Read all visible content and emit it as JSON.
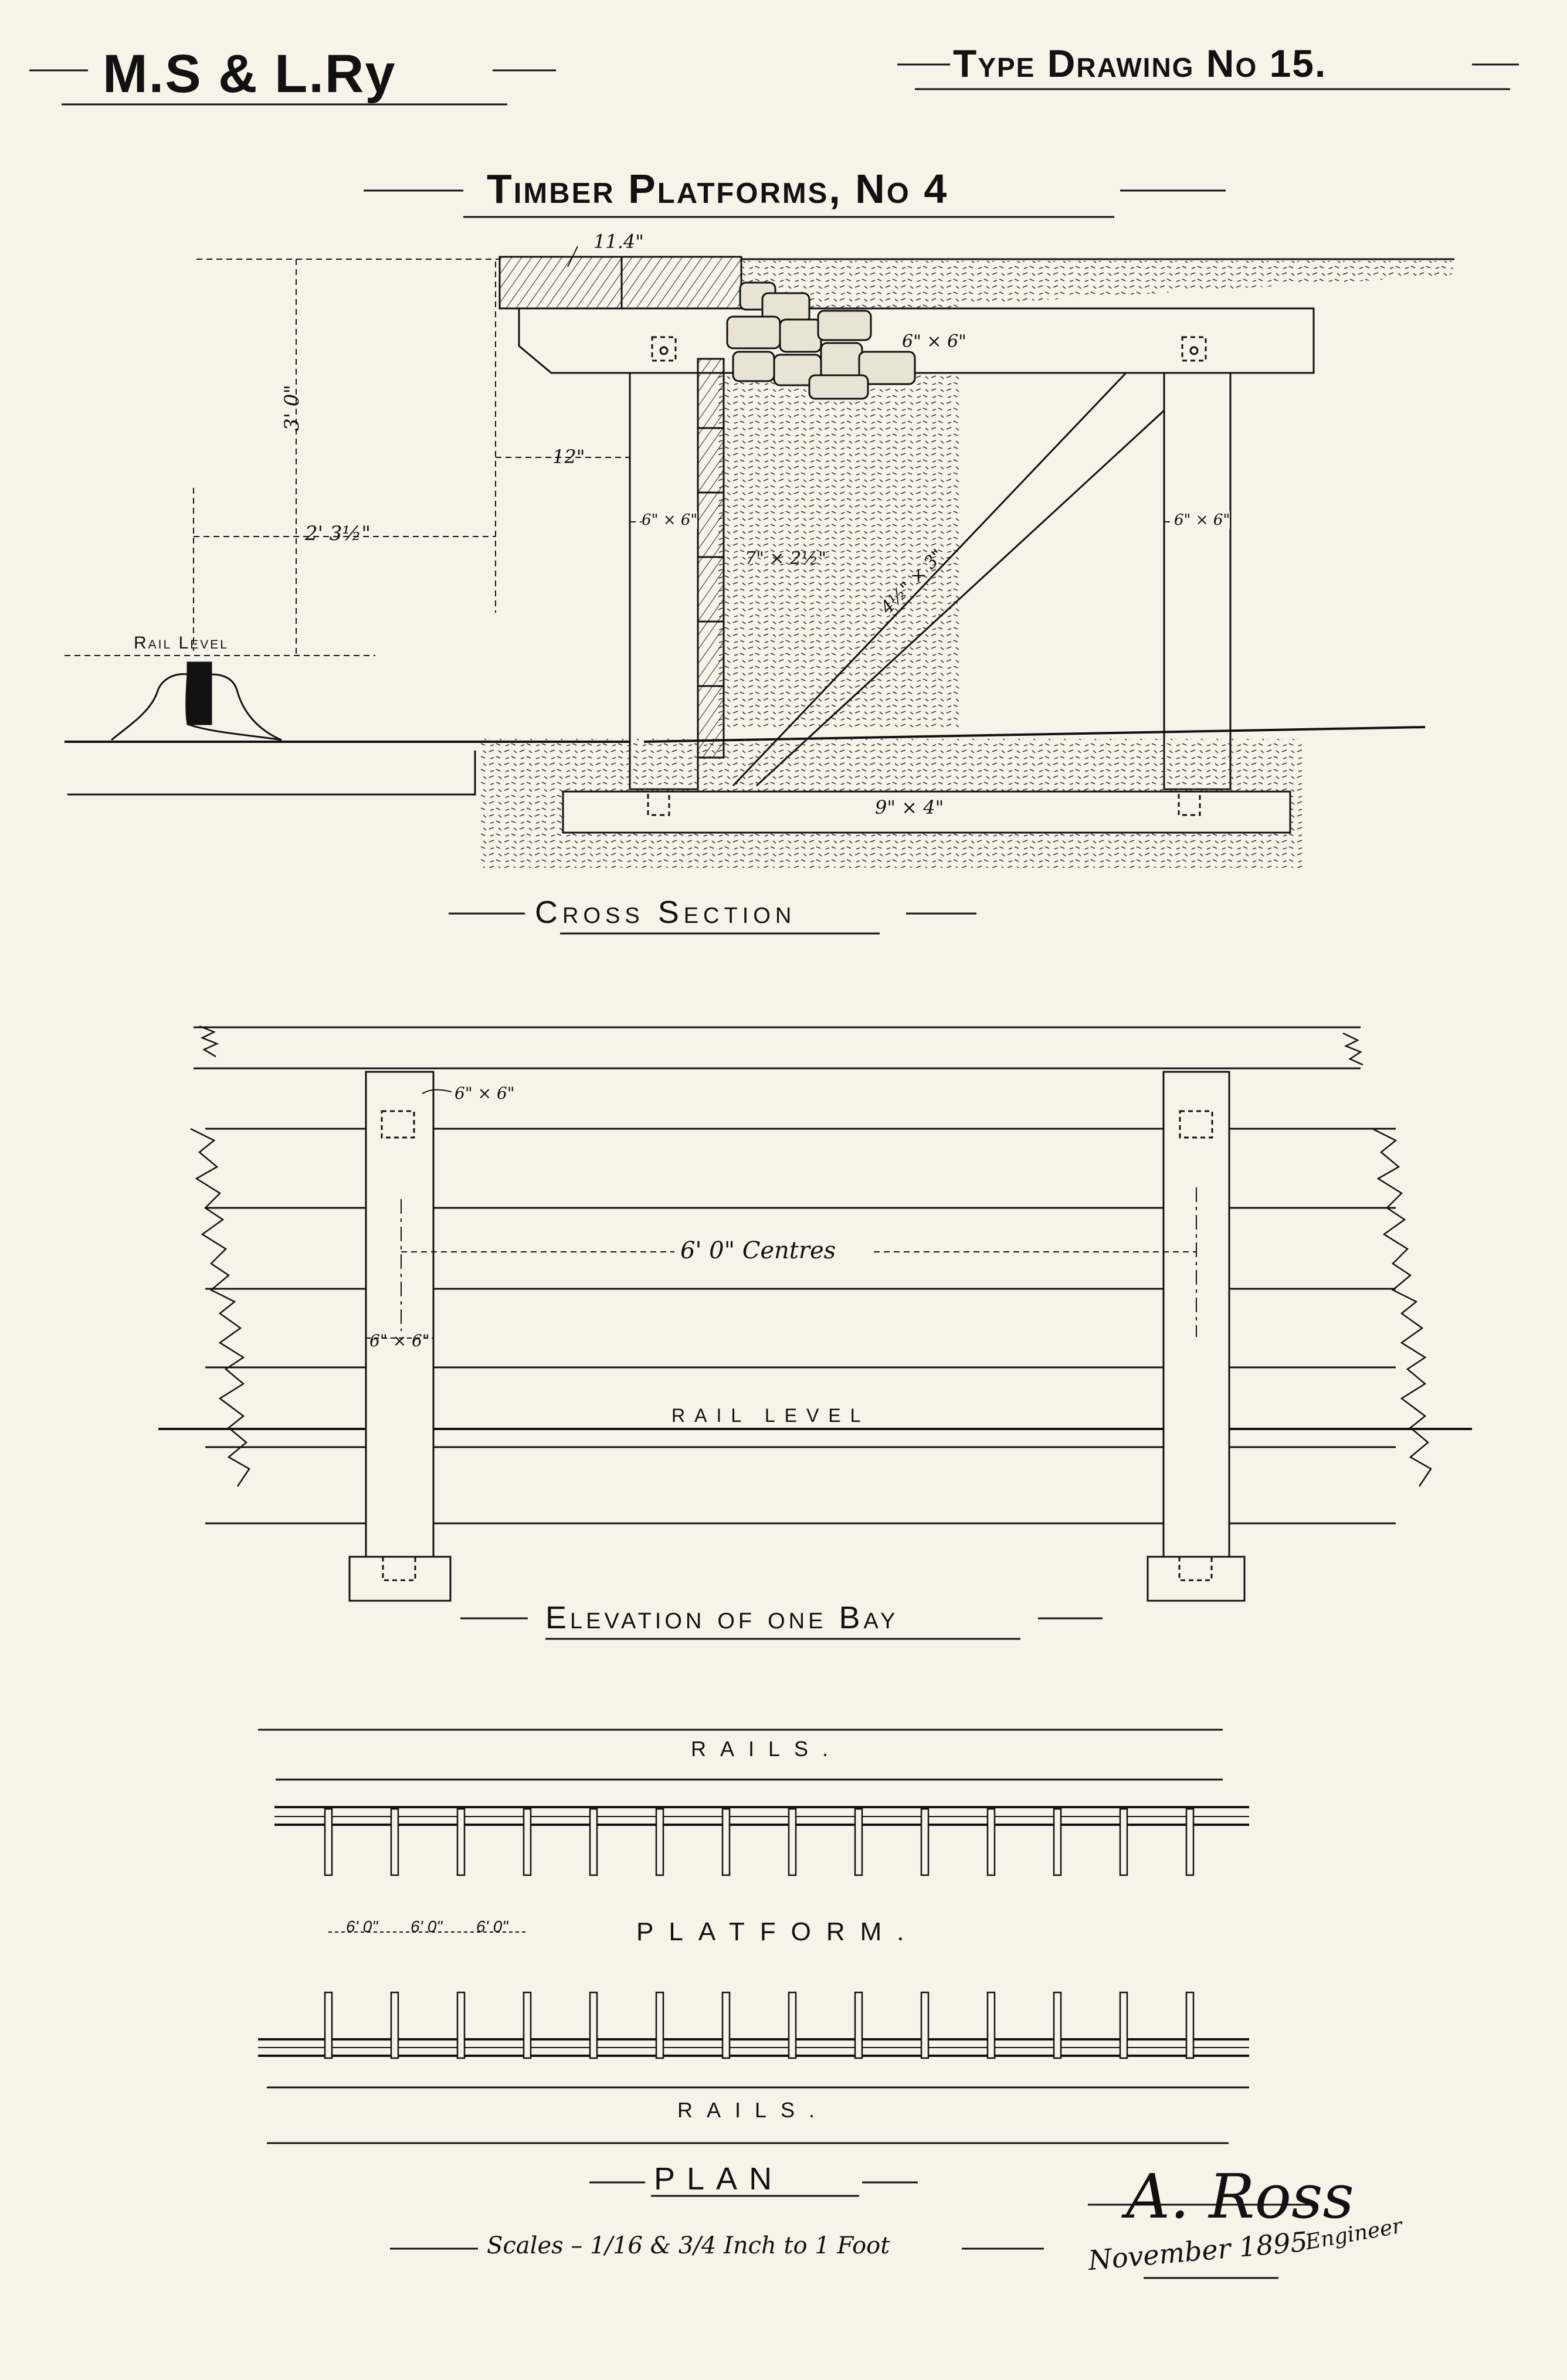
{
  "header": {
    "railway": "M.S & L.Ry",
    "drawing_type": "Type Drawing No 15.",
    "title": "Timber Platforms, No 4"
  },
  "cross_section": {
    "caption": "Cross Section",
    "rail_level": "Rail Level",
    "dims": {
      "deck_width": "11.4\"",
      "height": "3' 0\"",
      "offset": "2' 3½\"",
      "clearance": "12\"",
      "post_left": "6\" × 6\"",
      "post_right": "6\" × 6\"",
      "stone_block": "6\" × 6\"",
      "walling": "7\" × 2½\"",
      "brace": "4½\" × 3\"",
      "sole_plate": "9\" × 4\""
    }
  },
  "elevation": {
    "caption": "Elevation of one Bay",
    "rail_level": "Rail Level",
    "post_top": "6\" × 6\"",
    "centres": "6' 0\" Centres",
    "post_size": "6\" × 6\""
  },
  "plan": {
    "rails_top": "Rails.",
    "platform": "Platform.",
    "rails_bottom": "Rails.",
    "spacing": [
      "6' 0\"",
      "6' 0\"",
      "6' 0\""
    ],
    "caption": "Plan"
  },
  "footer": {
    "scales": "Scales – 1/16 & 3/4 Inch to 1 Foot",
    "signature": "A. Ross",
    "role": "Engineer",
    "date": "November 1895"
  }
}
